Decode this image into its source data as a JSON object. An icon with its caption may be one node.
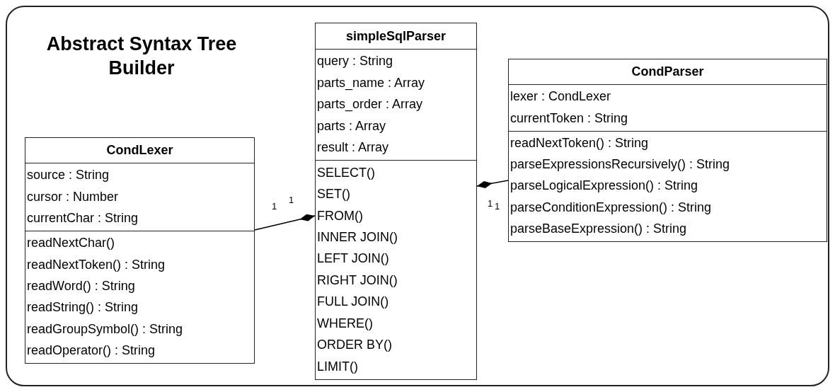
{
  "diagram": {
    "nodes": [
      {
        "text": [
          "Abstract Syntax Tree Builder"
        ]
      },
      {
        "text": [
          "simpleSqlParser",
          "query : String",
          "parts_name : Array",
          "parts_order : Array",
          "parts : Array",
          "result : Array",
          "SELECT()",
          "SET()",
          "FROM()",
          "INNER JOIN()",
          "LEFT JOIN()",
          "RIGHT JOIN()",
          "FULL JOIN()",
          "WHERE()",
          "ORDER BY()",
          "LIMIT()"
        ],
        "in": 0
      },
      {
        "text": [
          "CondParser",
          "lexer : CondLexer",
          "currentToken : String",
          "readNextToken() : String",
          "parseExpressionsRecursively() : String",
          "parseLogicalExpression() : String",
          "parseConditionExpression() : String",
          "parseBaseExpression() : String"
        ],
        "in": 0
      },
      {
        "text": [
          "CondLexer",
          "source : String",
          "cursor : Number",
          "currentChar : String",
          "readNextChar()",
          "readNextToken() : String",
          "readWord() : String",
          "readString() : String",
          "readGroupSymbol() : String",
          "readOperator() : String"
        ],
        "in": 0
      }
    ],
    "edges": [
      {
        "from": 3,
        "to": 1,
        "arrow": "other"
      },
      {
        "from": 2,
        "to": 1,
        "arrow": "other"
      }
    ],
    "labels": [
      "1",
      "1",
      "1",
      "1"
    ]
  }
}
